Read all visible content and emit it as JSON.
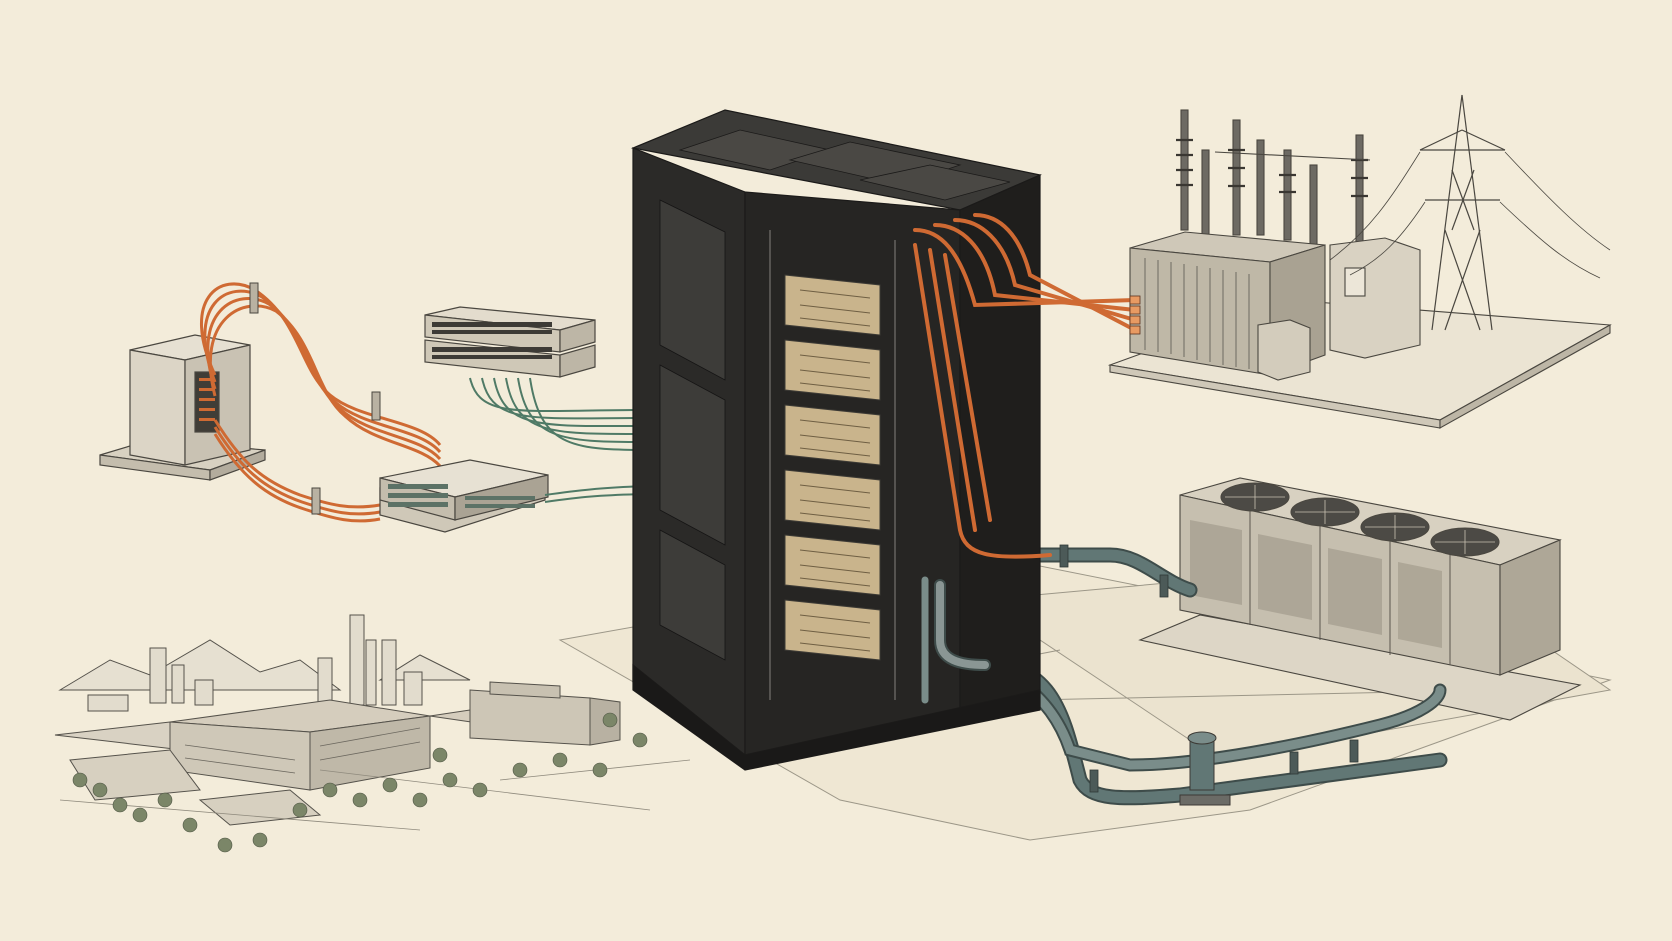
{
  "palette": {
    "paper": "#f3ecda",
    "ink": "#3c3a35",
    "rack_dark": "#2b2a28",
    "rack_mid": "#3b3a37",
    "gpu_tan": "#c9b48c",
    "copper": "#cf6a33",
    "copper_light": "#e89a62",
    "fiber_green": "#4f7a66",
    "pipe_steel": "#617775",
    "concrete": "#ddd6c6",
    "tree_green": "#7b8668"
  },
  "components": [
    {
      "id": "gpu-server-rack",
      "icon": "server-rack-icon"
    },
    {
      "id": "fiber-junction-box",
      "icon": "junction-box-icon"
    },
    {
      "id": "network-switch-stack",
      "icon": "network-switch-icon"
    },
    {
      "id": "patch-panel",
      "icon": "patch-panel-icon"
    },
    {
      "id": "electrical-substation",
      "icon": "transformer-icon"
    },
    {
      "id": "transmission-tower",
      "icon": "pylon-icon"
    },
    {
      "id": "cooling-units",
      "icon": "fan-icon"
    },
    {
      "id": "coolant-pump",
      "icon": "pump-icon"
    },
    {
      "id": "campus-and-city",
      "icon": "building-icon"
    }
  ],
  "gpu_slots": 6,
  "cooling_fans": 4
}
